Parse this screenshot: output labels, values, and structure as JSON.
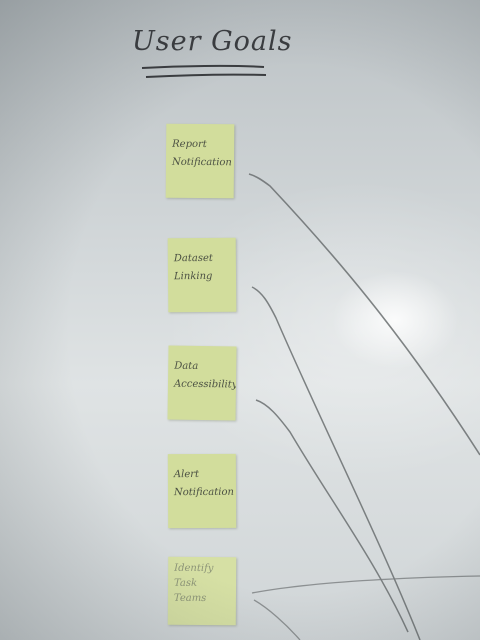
{
  "whiteboard": {
    "title": "User Goals",
    "notes": [
      {
        "line1": "Report",
        "line2": "Notification"
      },
      {
        "line1": "Dataset",
        "line2": "Linking"
      },
      {
        "line1": "Data",
        "line2": "Accessibility"
      },
      {
        "line1": "Alert",
        "line2": "Notification"
      },
      {
        "line1": "Identify",
        "line2": "Task",
        "line3": "Teams"
      }
    ],
    "colors": {
      "sticky_note": "#d2dd9c",
      "marker_ink": "#3b3d40",
      "board": "#d4d9db"
    }
  }
}
